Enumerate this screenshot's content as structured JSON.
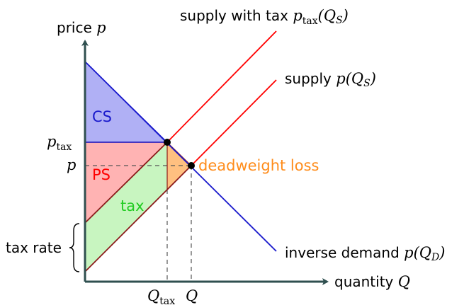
{
  "labels": {
    "y_axis": "price",
    "y_axis_var": "p",
    "x_axis": "quantity",
    "x_axis_var": "Q",
    "supply_tax": "supply with tax",
    "supply_tax_var": "p",
    "supply_tax_sub": "tax",
    "supply_tax_arg": "(Q",
    "supply_tax_arg_sub": "S",
    "supply_tax_close": ")",
    "supply": "supply",
    "supply_var": "p(Q",
    "supply_sub": "S",
    "supply_close": ")",
    "demand": "inverse demand",
    "demand_var": "p(Q",
    "demand_sub": "D",
    "demand_close": ")",
    "p_tax_var": "p",
    "p_tax_sub": "tax",
    "p_var": "p",
    "tax_rate": "tax rate",
    "q_tax_var": "Q",
    "q_tax_sub": "tax",
    "q_var": "Q",
    "cs": "CS",
    "ps": "PS",
    "tax": "tax",
    "deadweight": "deadweight loss"
  },
  "colors": {
    "axis": "#2f4f4f",
    "supply": "#ff0000",
    "supply_tax": "#ff0000",
    "supply_lower": "#8b1a1a",
    "demand": "#1a1acc",
    "cs_fill": "#b0b0f5",
    "ps_fill": "#ffb3b3",
    "tax_fill": "#c8f5c0",
    "dwl_fill": "#ffc080",
    "cs_text": "#1a1acc",
    "ps_text": "#ff0000",
    "tax_text": "#22cc22",
    "dwl_text": "#ff8c1a"
  }
}
